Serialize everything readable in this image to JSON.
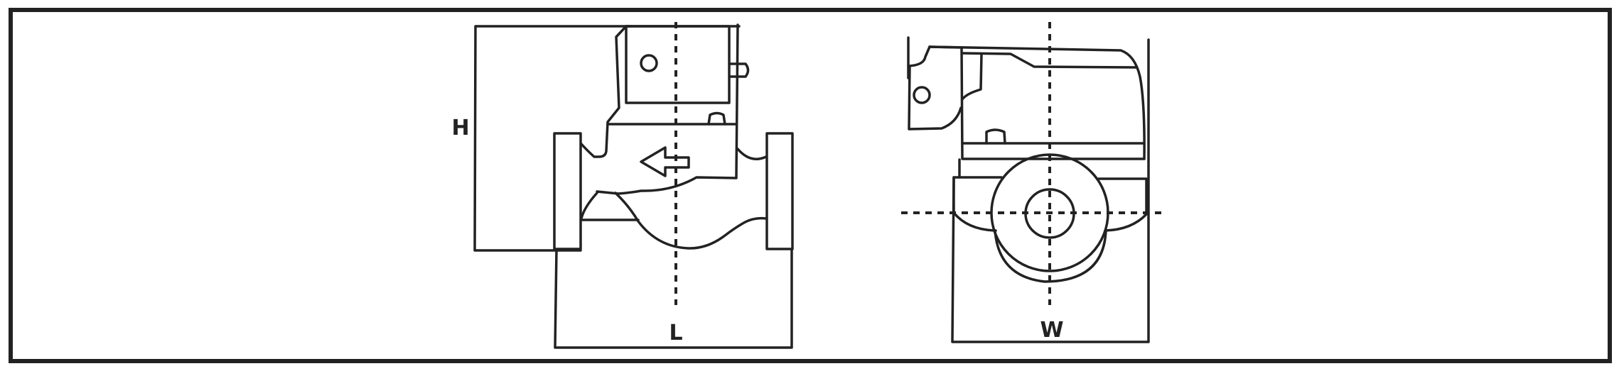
{
  "labels": {
    "height": "H",
    "length": "L",
    "width": "W"
  },
  "colors": {
    "stroke": "#222222",
    "background": "#ffffff"
  }
}
